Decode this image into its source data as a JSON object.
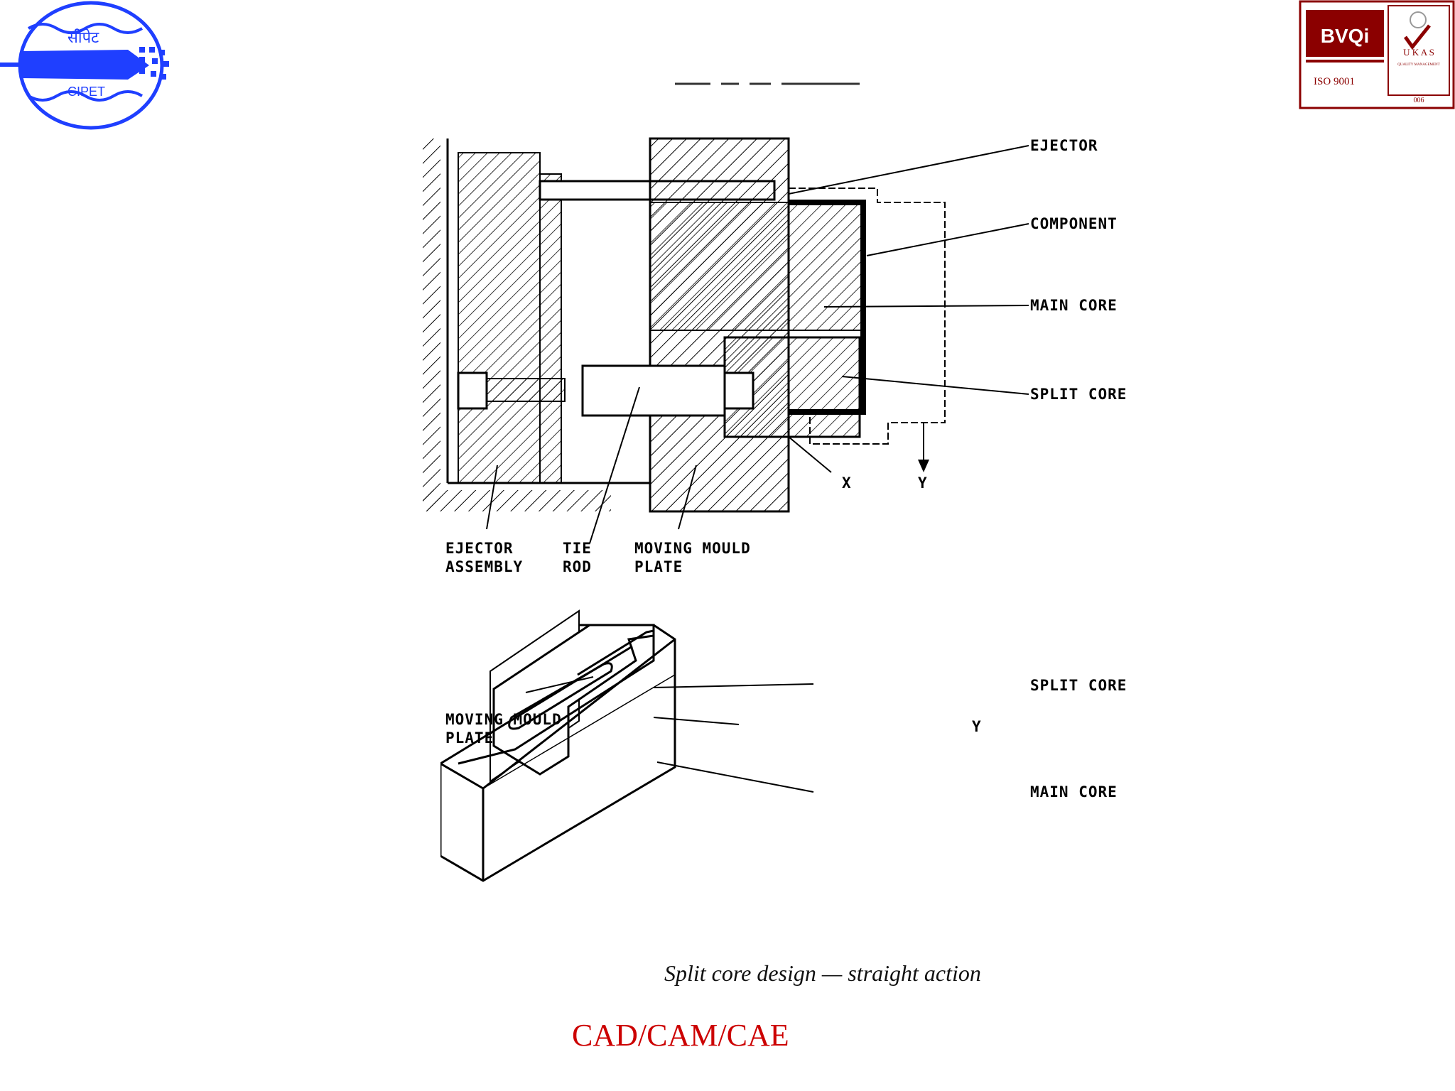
{
  "header": {
    "left_logo": {
      "icon": "cipet-logo-icon",
      "hindi_text": "सीपेट",
      "text": "CIPET",
      "color": "#1f3fff"
    },
    "right_logo": {
      "icon": "bvqi-ukas-certification-icon",
      "bvqi": "BVQi",
      "iso": "ISO 9001",
      "ukas": "U K A S",
      "ukas_sub": "QUALITY MANAGEMENT",
      "ukas_num": "006",
      "color": "#8b0000"
    }
  },
  "diagram_top": {
    "labels": {
      "ejector": "EJECTOR",
      "component": "COMPONENT",
      "main_core": "MAIN CORE",
      "split_core": "SPLIT CORE",
      "x": "X",
      "y": "Y",
      "ejector_assembly_1": "EJECTOR",
      "ejector_assembly_2": "ASSEMBLY",
      "tie_rod_1": "TIE",
      "tie_rod_2": "ROD",
      "moving_mould_plate_1": "MOVING MOULD",
      "moving_mould_plate_2": "PLATE"
    }
  },
  "diagram_bottom": {
    "labels": {
      "split_core": "SPLIT CORE",
      "y": "Y",
      "main_core": "MAIN CORE",
      "moving_mould_plate_1": "MOVING MOULD",
      "moving_mould_plate_2": "PLATE"
    }
  },
  "caption": "Split core design — straight action",
  "footer": "CAD/CAM/CAE"
}
